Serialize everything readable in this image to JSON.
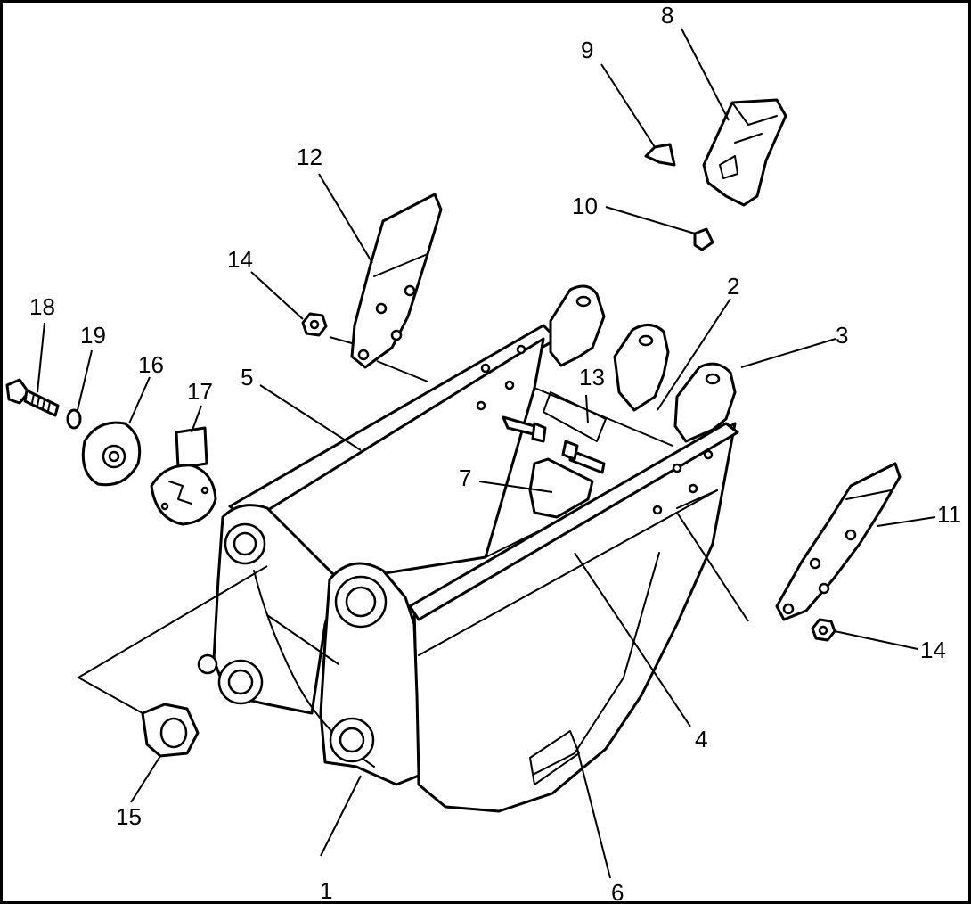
{
  "labels": {
    "n1": "1",
    "n2": "2",
    "n3": "3",
    "n4": "4",
    "n5": "5",
    "n6": "6",
    "n7": "7",
    "n8": "8",
    "n9": "9",
    "n10": "10",
    "n11": "11",
    "n12": "12",
    "n13": "13",
    "n14a": "14",
    "n14b": "14",
    "n15": "15",
    "n16": "16",
    "n17": "17",
    "n18": "18",
    "n19": "19"
  },
  "colors": {
    "line": "#000000",
    "background": "#ffffff"
  }
}
